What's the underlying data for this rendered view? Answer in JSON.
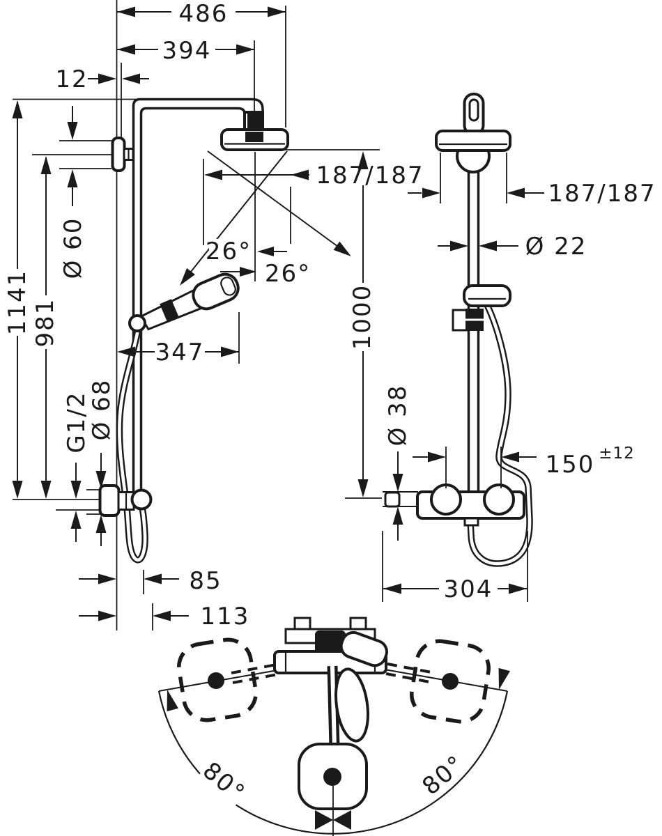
{
  "page": {
    "background": "#ffffff",
    "ink": "#1a1a1a"
  },
  "views": {
    "front": {
      "dims": {
        "overall_width": "486",
        "arm_projection": "394",
        "bar_offset": "12",
        "total_height": "1141",
        "bar_height": "981",
        "bracket_dia": "Ø 60",
        "head_reach": "187/187",
        "spray_angle_left": "26°",
        "spray_angle_right": "26°",
        "handshower_reach": "347",
        "spray_height": "1000",
        "thread": "G1/2",
        "escutcheon_dia": "Ø 68",
        "hose_offset_small": "85",
        "hose_offset_large": "113"
      }
    },
    "side": {
      "dims": {
        "head_reach": "187/187",
        "pipe_dia": "Ø 22",
        "knob_dia": "Ø 38",
        "supply_distance": "150",
        "supply_tolerance": "±12",
        "valve_width": "304"
      }
    },
    "top": {
      "dims": {
        "swivel_left": "80°",
        "swivel_right": "80°"
      }
    }
  }
}
